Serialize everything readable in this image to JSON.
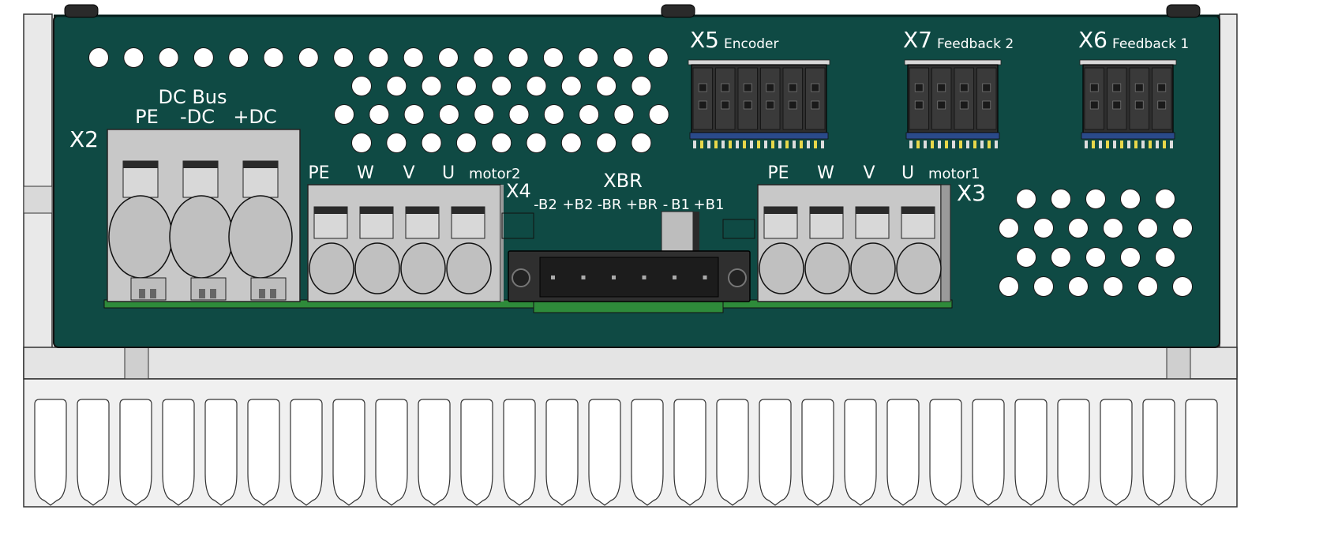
{
  "colors": {
    "pcb_green": "#0f4a44",
    "pcb_edge": "#0a3632",
    "terminal_gray": "#c8c8c8",
    "terminal_dark": "#2a2a2a",
    "heatsink": "#e6e6e6",
    "pin_gold": "#e8d84a",
    "pcb_bright_green": "#2e8b3a",
    "label_white": "#ffffff"
  },
  "connectors": {
    "x2": {
      "id": "X2",
      "group": "DC Bus",
      "pins": [
        "PE",
        "-DC",
        "+DC"
      ]
    },
    "x4": {
      "id": "X4",
      "name": "motor2",
      "pins": [
        "PE",
        "W",
        "V",
        "U"
      ]
    },
    "xbr": {
      "id": "XBR",
      "pins": [
        "-B2",
        "+B2",
        "-BR",
        "+BR",
        "-",
        "B1",
        "+B1"
      ]
    },
    "x3": {
      "id": "X3",
      "name": "motor1",
      "pins": [
        "PE",
        "W",
        "V",
        "U"
      ]
    },
    "x5": {
      "id": "X5",
      "name": "Encoder",
      "pin_columns": 6
    },
    "x7": {
      "id": "X7",
      "name": "Feedback 2",
      "pin_columns": 4
    },
    "x6": {
      "id": "X6",
      "name": "Feedback 1",
      "pin_columns": 4
    }
  },
  "icons": [
    "mounting-screw-icon",
    "vent-hole-icon",
    "heatsink-fin-icon"
  ]
}
